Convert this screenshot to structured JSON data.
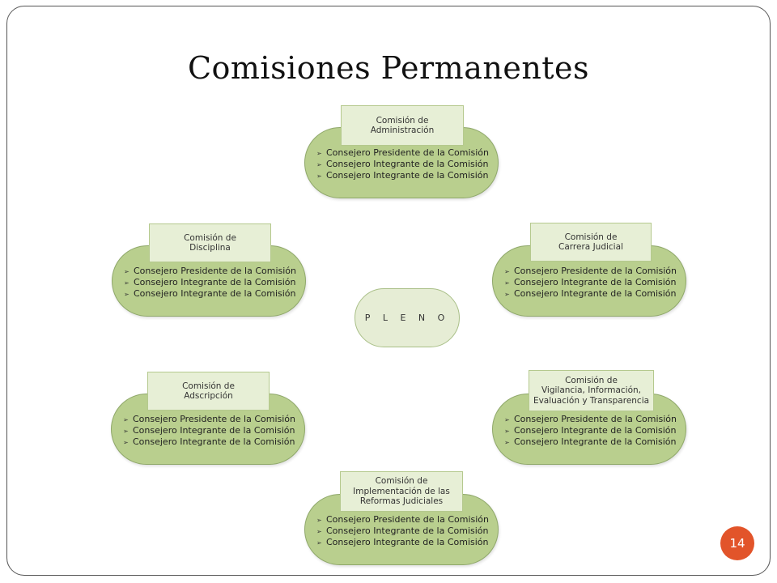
{
  "title": "Comisiones Permanentes",
  "center": "P L E N O",
  "page_number": "14",
  "bullet_glyph": "➢",
  "commissions": [
    {
      "name_lines": [
        "Comisión de",
        "Administración"
      ],
      "members": [
        "Consejero Presidente de la Comisión",
        "Consejero Integrante de la Comisión",
        "Consejero Integrante de la Comisión"
      ]
    },
    {
      "name_lines": [
        "Comisión de",
        "Disciplina"
      ],
      "members": [
        "Consejero Presidente de la Comisión",
        "Consejero Integrante de la Comisión",
        "Consejero Integrante de la Comisión"
      ]
    },
    {
      "name_lines": [
        "Comisión de",
        "Carrera Judicial"
      ],
      "members": [
        "Consejero Presidente de la Comisión",
        "Consejero Integrante de la Comisión",
        "Consejero Integrante de la Comisión"
      ]
    },
    {
      "name_lines": [
        "Comisión de",
        "Adscripción"
      ],
      "members": [
        "Consejero Presidente de la Comisión",
        "Consejero Integrante de la Comisión",
        "Consejero Integrante de la Comisión"
      ]
    },
    {
      "name_lines": [
        "Comisión de",
        "Vigilancia, Información,",
        "Evaluación y Transparencia"
      ],
      "members": [
        "Consejero Presidente de la Comisión",
        "Consejero Integrante de la Comisión",
        "Consejero Integrante de la Comisión"
      ]
    },
    {
      "name_lines": [
        "Comisión de",
        "Implementación de las",
        "Reformas Judiciales"
      ],
      "members": [
        "Consejero Presidente de la Comisión",
        "Consejero Integrante de la Comisión",
        "Consejero Integrante de la Comisión"
      ]
    }
  ],
  "colors": {
    "pill_fill": "#b9cf8e",
    "label_fill": "#e7efd6",
    "page_badge": "#e2542a"
  }
}
